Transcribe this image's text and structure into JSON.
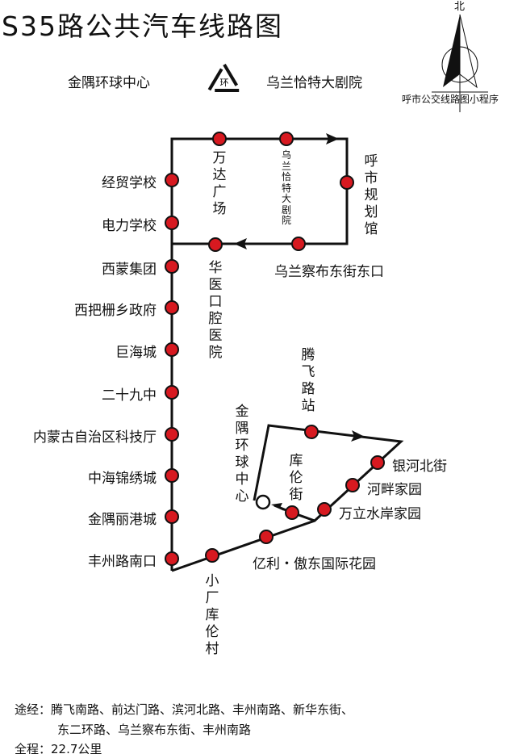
{
  "title": "S35路公共汽车线路图",
  "loop": {
    "from": "金隅环球中心",
    "to": "乌兰恰特大剧院",
    "icon_label": "环"
  },
  "compass": {
    "north": "北",
    "credit": "呼市公交线路图小程序"
  },
  "stops": {
    "wanda": "万达广场",
    "theater": "乌兰恰特大剧院",
    "planning": "呼市规划馆",
    "wulanchabu": "乌兰察布东街东口",
    "huayi": "华医口腔医院",
    "jingmao": "经贸学校",
    "dianli": "电力学校",
    "ximeng": "西蒙集团",
    "xiba": "西把栅乡政府",
    "juhai": "巨海城",
    "ershijiu": "二十九中",
    "neimeng": "内蒙古自治区科技厅",
    "zhonghai": "中海锦绣城",
    "jinyu_ligang": "金隅丽港城",
    "fengzhou": "丰州路南口",
    "xiaochang": "小厂库伦村",
    "yili": "亿利・傲东国际花园",
    "wanli": "万立水岸家园",
    "hepan": "河畔家园",
    "yinhe": "银河北街",
    "tengfei": "腾飞路站",
    "kulun": "库伦街",
    "jinyu_center": "金隅环球中心"
  },
  "footer": {
    "via_label": "途经：",
    "via_line1": "腾飞南路、前达门路、滨河北路、丰州南路、新华东街、",
    "via_line2": "东二环路、乌兰察布东街、丰州南路",
    "length": "全程：22.7公里"
  },
  "colors": {
    "stop": "#d71920",
    "line": "#111111"
  }
}
